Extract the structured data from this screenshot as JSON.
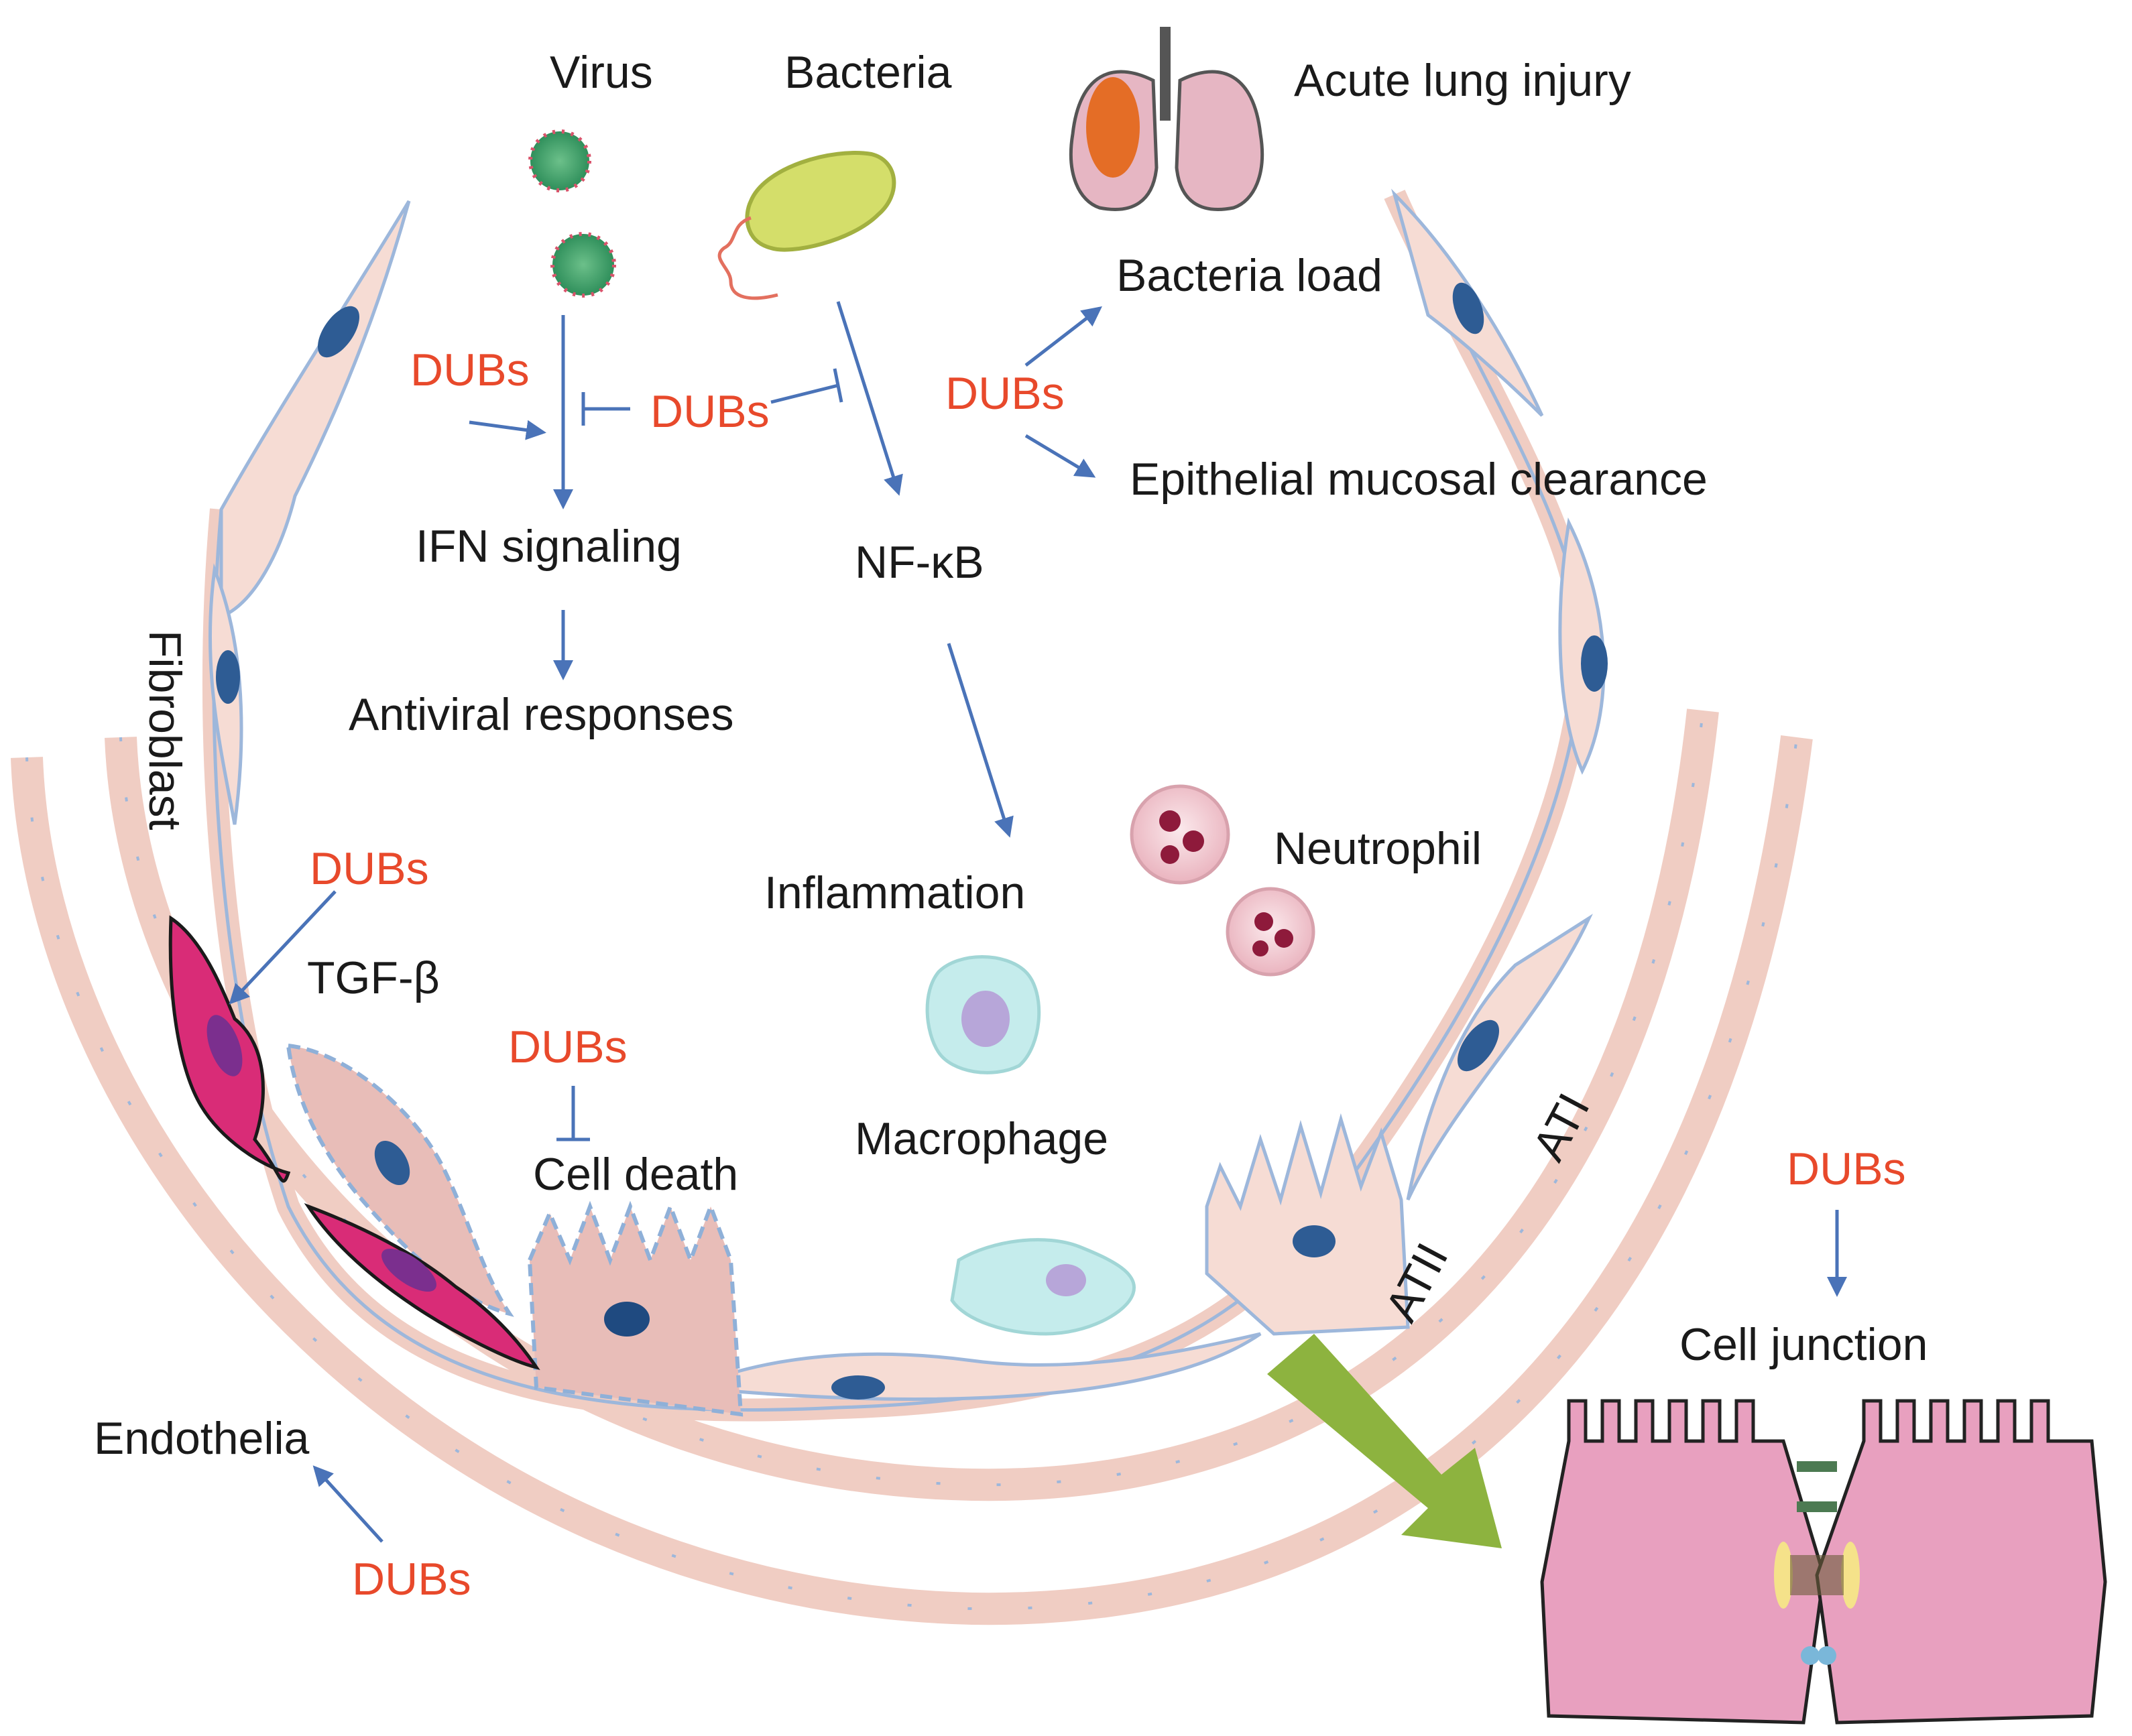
{
  "labels": {
    "virus": "Virus",
    "bacteria": "Bacteria",
    "acute_lung_injury": "Acute lung injury",
    "bacteria_load": "Bacteria load",
    "epithelial_mucosal_clearance": "Epithelial mucosal clearance",
    "ifn_signaling": "IFN signaling",
    "nfkb": "NF-κB",
    "antiviral_responses": "Antiviral responses",
    "fibroblast": "Fibroblast",
    "tgf_beta": "TGF-β",
    "inflammation": "Inflammation",
    "neutrophil": "Neutrophil",
    "macrophage": "Macrophage",
    "cell_death": "Cell death",
    "ati": "ATI",
    "atii": "ATII",
    "cell_junction": "Cell junction",
    "endothelia": "Endothelia"
  },
  "regulators": {
    "dubs_ifn": "DUBs",
    "dubs_shared": "DUBs",
    "dubs_bacteria": "DUBs",
    "dubs_tgf": "DUBs",
    "dubs_cell_death": "DUBs",
    "dubs_junction": "DUBs",
    "dubs_endothelia": "DUBs"
  },
  "colors": {
    "regulator_text": "#e8492b",
    "arrow": "#4a73b8",
    "cell_fill": "#f6dcd4",
    "cell_stroke": "#9db7db",
    "nucleus": "#2e5c94",
    "green_arrow": "#8db33f",
    "junction_cell": "#e8a0bf"
  },
  "icons": [
    "virus-icon",
    "bacteria-icon",
    "lung-icon",
    "neutrophil-icon",
    "macrophage-icon",
    "myofibroblast-icon",
    "epithelial-cell-icon",
    "cell-junction-icon"
  ]
}
